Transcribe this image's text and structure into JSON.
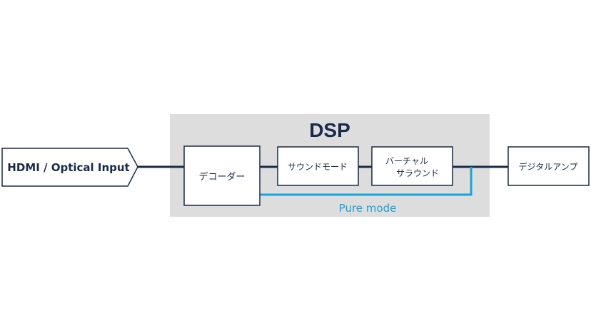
{
  "dsp": {
    "title": "DSP"
  },
  "blocks": {
    "input": "HDMI / Optical Input",
    "decoder": "デコーダー",
    "sound_mode": "サウンドモード",
    "virtual_surround_line1": "バーチャル",
    "virtual_surround_line2": "サラウンド",
    "digital_amp": "デジタルアンプ"
  },
  "paths": {
    "pure_mode": "Pure mode"
  },
  "colors": {
    "dsp_background": "#dddddd",
    "signal_line": "#1a2a4a",
    "pure_mode_line": "#1aa3d9",
    "box_border": "#1a2a4a"
  }
}
